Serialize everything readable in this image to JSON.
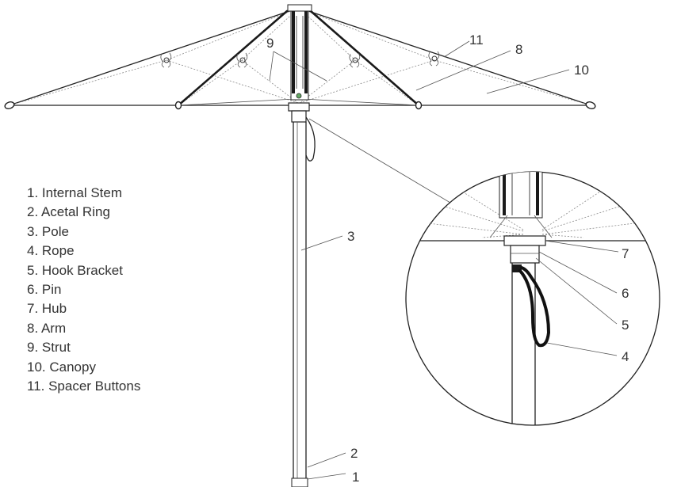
{
  "legend": {
    "items": [
      "1. Internal Stem",
      "2. Acetal Ring",
      "3. Pole",
      "4. Rope",
      "5. Hook Bracket",
      "6. Pin",
      "7. Hub",
      "8. Arm",
      "9. Strut",
      "10. Canopy",
      "11. Spacer Buttons"
    ]
  },
  "callouts": {
    "n1": "1",
    "n2": "2",
    "n3": "3",
    "n4": "4",
    "n5": "5",
    "n6": "6",
    "n7": "7",
    "n8": "8",
    "n9": "9",
    "n10": "10",
    "n11": "11"
  }
}
